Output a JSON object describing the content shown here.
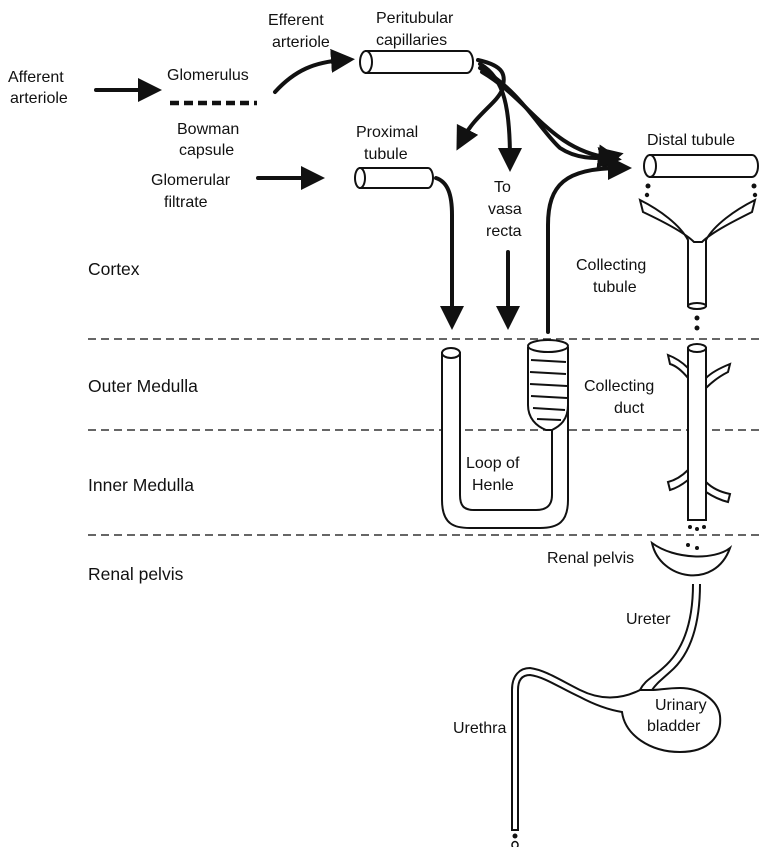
{
  "labels": {
    "afferent_arteriole_1": "Afferent",
    "afferent_arteriole_2": "arteriole",
    "efferent_arteriole_1": "Efferent",
    "efferent_arteriole_2": "arteriole",
    "peritubular_1": "Peritubular",
    "peritubular_2": "capillaries",
    "glomerulus": "Glomerulus",
    "bowman_1": "Bowman",
    "bowman_2": "capsule",
    "proximal_1": "Proximal",
    "proximal_2": "tubule",
    "glomerular_filtrate_1": "Glomerular",
    "glomerular_filtrate_2": "filtrate",
    "to_vasa_recta_1": "To",
    "to_vasa_recta_2": "vasa",
    "to_vasa_recta_3": "recta",
    "distal_tubule": "Distal tubule",
    "collecting_tubule_1": "Collecting",
    "collecting_tubule_2": "tubule",
    "collecting_duct_1": "Collecting",
    "collecting_duct_2": "duct",
    "loop_of_henle_1": "Loop of",
    "loop_of_henle_2": "Henle",
    "renal_pelvis_organ": "Renal pelvis",
    "ureter": "Ureter",
    "urinary_bladder_1": "Urinary",
    "urinary_bladder_2": "bladder",
    "urethra": "Urethra"
  },
  "zones": {
    "cortex": "Cortex",
    "outer_medulla": "Outer Medulla",
    "inner_medulla": "Inner Medulla",
    "renal_pelvis": "Renal pelvis"
  }
}
